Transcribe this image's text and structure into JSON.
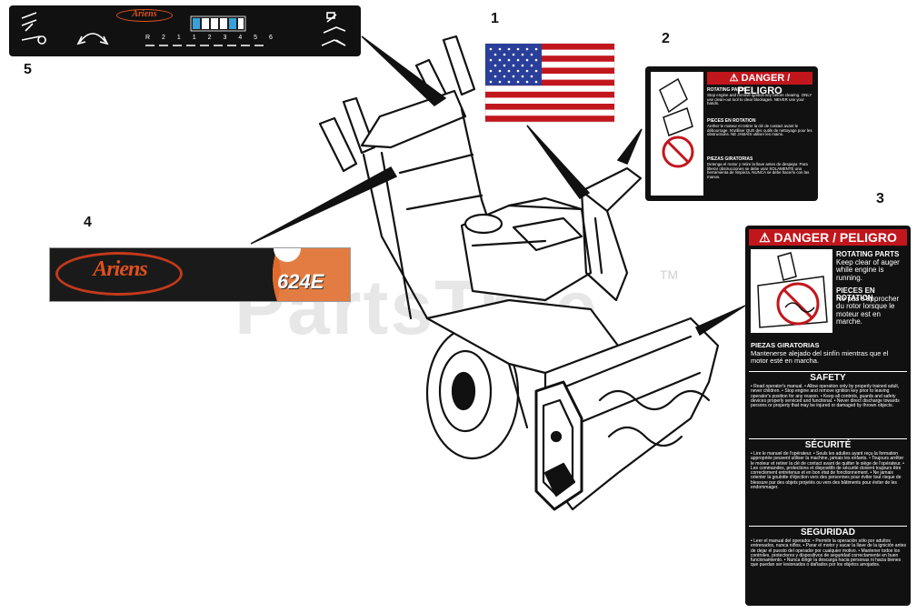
{
  "callouts": [
    "1",
    "2",
    "3",
    "4",
    "5"
  ],
  "decal5": {
    "brand": "Ariens",
    "icons": [
      "choke-icon",
      "throttle-icon",
      "chute-rotate-icon",
      "speed-selector-icon",
      "auger-engage-icon",
      "drive-engage-icon",
      "headlight-icon"
    ],
    "speed_marks": [
      "R",
      "2",
      "1",
      "1",
      "2",
      "3",
      "4",
      "5",
      "6"
    ],
    "colors": {
      "background": "#111111",
      "logo": "#e0501f"
    }
  },
  "decal4": {
    "brand": "Ariens",
    "model": "624E",
    "colors": {
      "panel": "#1a1a1a",
      "stripe": "#e06a2a",
      "logo": "#e0501f"
    }
  },
  "decal1": {
    "flag": "us-flag-icon",
    "colors": {
      "red": "#c2161d",
      "blue": "#2a3f9a"
    }
  },
  "decal2": {
    "header": "DANGER / PELIGRO",
    "sections": [
      {
        "title": "ROTATING PARTS",
        "body": "Stop engine and remove ignition key before clearing. ONLY use clean-out tool to clear blockages. NEVER use your hands."
      },
      {
        "title": "PIECES EN ROTATION",
        "body": "Arrêter le moteur et retirer la clé de contact avant le débourrage. N'utiliser QUE des outils de nettoyage pour les obstructions. NE JAMAIS utiliser les mains."
      },
      {
        "title": "PIEZAS GIRATORIAS",
        "body": "Detenga el motor y retire la llave antes de despejar. Para liberar obstrucciones se debe usar SOLAMENTE una herramienta de limpieza. NUNCA se debe hacerlo con las manos."
      }
    ]
  },
  "decal3": {
    "header": "DANGER / PELIGRO",
    "warnings": [
      {
        "title": "ROTATING PARTS",
        "body": "Keep clear of auger while engine is running."
      },
      {
        "title": "PIECES EN ROTATION",
        "body": "Ne pas s'approcher du rotor lorsque le moteur est en marche."
      },
      {
        "title": "PIEZAS GIRATORIAS",
        "body": "Mantenerse alejado del sinfín mientras que el motor esté en marcha."
      }
    ],
    "safety": [
      {
        "title": "SAFETY",
        "body": "• Read operator's manual. • Allow operation only by properly trained adult, never children. • Stop engine and remove ignition key prior to leaving operator's position for any reason. • Keep all controls, guards and safety devices properly serviced and functional. • Never direct discharge towards persons or property that may be injured or damaged by thrown objects."
      },
      {
        "title": "SÉCURITÉ",
        "body": "• Lire le manuel de l'opérateur. • Seuls les adultes ayant reçu la formation appropriée peuvent utiliser la machine, jamais les enfants. • Toujours arrêter le moteur et retirer la clé de contact avant de quitter le siège de l'opérateur. • Les commandes, protections et dispositifs de sécurité doivent toujours être correctement entretenus et en bon état de fonctionnement. • Ne jamais orienter la goulotte d'éjection vers des personnes pour éviter tout risque de blessure par des objets projetés ou vers des bâtiments pour éviter de les endommager."
      },
      {
        "title": "SEGURIDAD",
        "body": "• Leer el manual del operador. • Permitir la operación sólo por adultos entrenados, nunca niños. • Parar el motor y sacar la llave de la ignición antes de dejar el puesto del operador por cualquier motivo. • Mantener todos los controles, protectores y dispositivos de seguridad correctamente en buen funcionamiento. • Nunca dirigir la descarga hacia personas ni hacia bienes que puedan ser lesionados o dañados por los objetos arrojados."
      }
    ]
  },
  "watermark": "PartsTree",
  "trademark": "TM"
}
